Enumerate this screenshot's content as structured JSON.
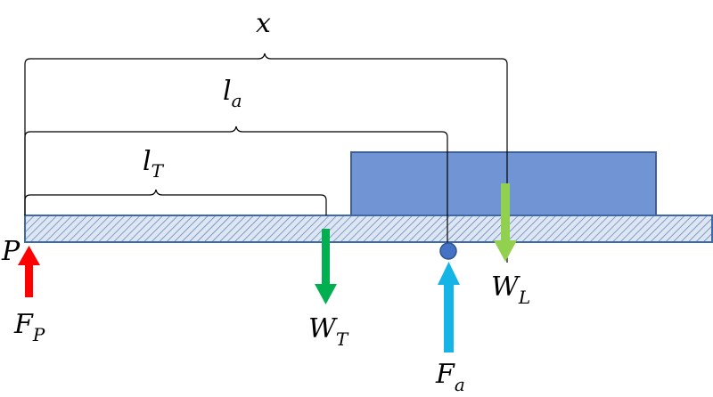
{
  "labels": {
    "x": "x",
    "l_a_main": "l",
    "l_a_sub": "a",
    "l_T_main": "l",
    "l_T_sub": "T",
    "P": "P",
    "F_P_main": "F",
    "F_P_sub": "P",
    "W_T_main": "W",
    "W_T_sub": "T",
    "F_a_main": "F",
    "F_a_sub": "a",
    "W_L_main": "W",
    "W_L_sub": "L"
  },
  "colors": {
    "beam_fill": "#dde6f2",
    "beam_hatch": "#5a7fb5",
    "beam_stroke": "#3f6aa8",
    "load_fill": "#7094d4",
    "load_stroke": "#3f5f95",
    "pivot_fill": "#4472c4",
    "arrow_F_P": "#ff0000",
    "arrow_W_T": "#00b050",
    "arrow_F_a": "#14b4e6",
    "arrow_W_L": "#92d050",
    "bracket": "#000000"
  }
}
